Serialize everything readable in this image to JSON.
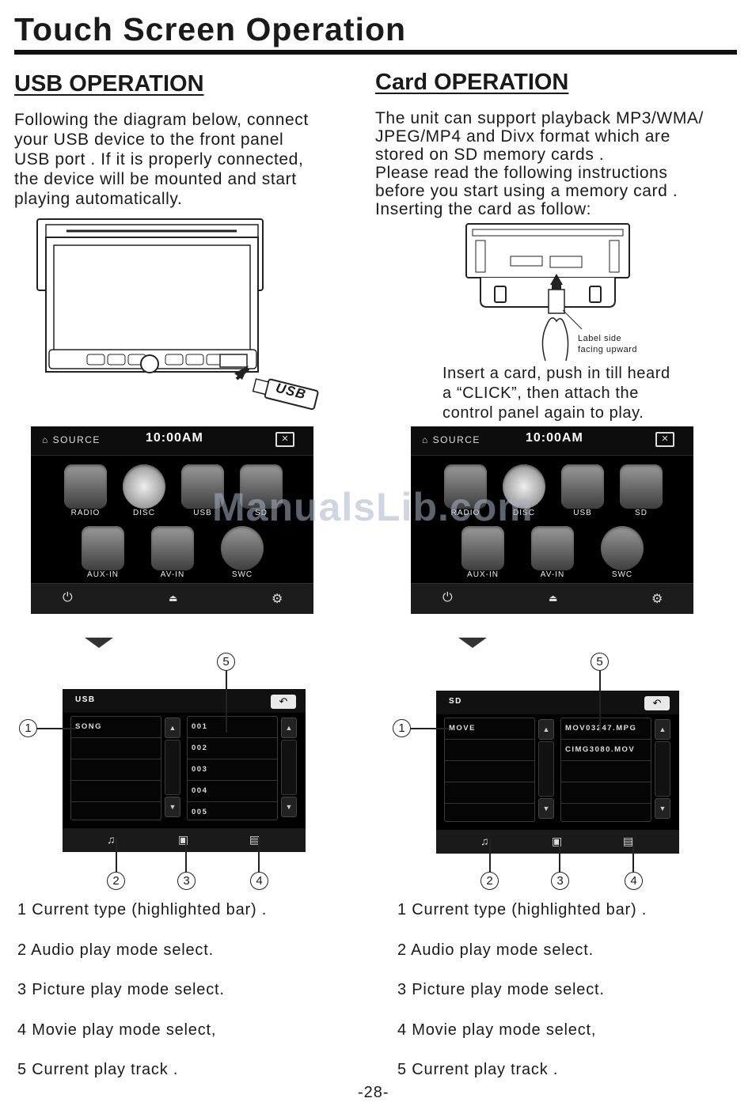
{
  "page_title": "Touch Screen Operation",
  "usb": {
    "heading": "USB OPERATION",
    "intro_lines": [
      "Following the diagram below, connect",
      "your USB device to the front panel",
      "USB port . If it is properly connected,",
      "the device will be mounted and start",
      "playing automatically."
    ],
    "usb_tag": "USB",
    "list_screen": {
      "title": "USB",
      "left_rows": [
        "SONG",
        "",
        "",
        "",
        ""
      ],
      "right_rows": [
        "001",
        "002",
        "003",
        "004",
        "005"
      ]
    }
  },
  "card": {
    "heading": "Card OPERATION",
    "intro_lines": [
      "The unit can support playback MP3/WMA/",
      "JPEG/MP4 and Divx format which are",
      "stored on SD memory cards .",
      "Please read the following instructions",
      "before you start using a memory card .",
      "Inserting the card as follow:"
    ],
    "label_side": [
      "Label side",
      "facing upward"
    ],
    "insert_lines": [
      "Insert a card, push in till heard",
      "a “CLICK”, then attach the",
      "control panel again to play."
    ],
    "list_screen": {
      "title": "SD",
      "left_rows": [
        "MOVE",
        "",
        "",
        "",
        ""
      ],
      "right_rows": [
        "MOV03247.MPG",
        "CIMG3080.MOV",
        "",
        "",
        ""
      ]
    }
  },
  "source_screen": {
    "source_label": "SOURCE",
    "time": "10:00AM",
    "icons_row1": [
      "RADIO",
      "DISC",
      "USB",
      "SD"
    ],
    "icons_row2": [
      "AUX-IN",
      "AV-IN",
      "SWC"
    ]
  },
  "callouts": [
    "1",
    "2",
    "3",
    "4",
    "5"
  ],
  "legend": [
    "1  Current type (highlighted bar) .",
    "2  Audio play mode select.",
    "3  Picture play mode select.",
    "4  Movie play mode select,",
    "5  Current  play track  ."
  ],
  "watermark": "ManualsLib.com",
  "page_number": "-28-",
  "colors": {
    "screen_bg": "#000000",
    "text": "#1a1a1a"
  },
  "icon_names": [
    "power-icon",
    "eject-icon",
    "gear-icon",
    "music-note-icon",
    "picture-icon",
    "film-icon",
    "back-arrow-icon",
    "display-off-icon",
    "home-icon"
  ]
}
